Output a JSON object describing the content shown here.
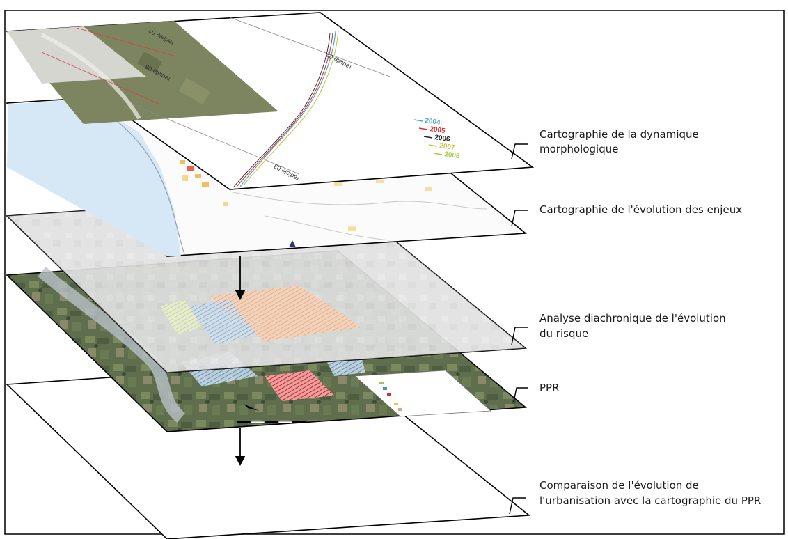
{
  "layers": [
    {
      "id": "morpho",
      "label_lines": [
        "Cartographie de la dynamique",
        "morphologique"
      ]
    },
    {
      "id": "enjeux",
      "label_lines": [
        "Cartographie de l'évolution des enjeux"
      ]
    },
    {
      "id": "diachro",
      "label_lines": [
        "Analyse diachronique de l'évolution",
        "du risque"
      ]
    },
    {
      "id": "ppr",
      "label_lines": [
        "PPR"
      ]
    },
    {
      "id": "comparaison",
      "label_lines": [
        "Comparaison de l'évolution de",
        "l'urbanisation avec la cartographie du PPR"
      ]
    }
  ],
  "morpho_map": {
    "transect_labels": [
      "radiale 02",
      "radiale 03",
      "radiale 03",
      "radiale 03"
    ],
    "legend_years": [
      "2004",
      "2005",
      "2006",
      "2007",
      "2008"
    ],
    "legend_colors": [
      "#4aa8d8",
      "#d83030",
      "#222222",
      "#c8c838",
      "#a8c850"
    ]
  },
  "colors": {
    "frame": "#000000",
    "water": "#cfe3f2",
    "urban": "#f0c060",
    "hatch_red": "#d03030",
    "hatch_blue": "#4a90d0",
    "hatch_orange": "#f0a070",
    "aerial": "#5a6a4a"
  }
}
